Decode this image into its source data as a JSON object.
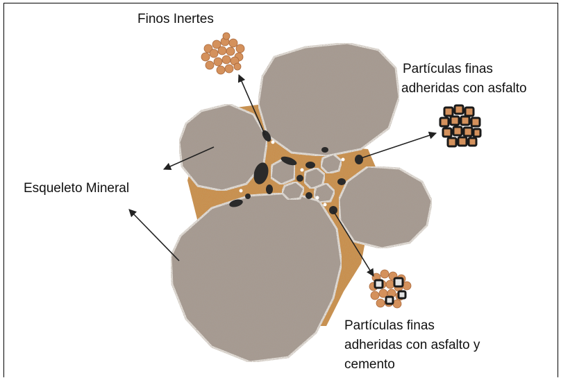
{
  "labels": {
    "finos_inertes": "Finos Inertes",
    "esqueleto_mineral": "Esqueleto Mineral",
    "particulas_asfalto_1": "Partículas finas",
    "particulas_asfalto_2": "adheridas con asfalto",
    "particulas_cemento_1": "Partículas finas",
    "particulas_cemento_2": "adheridas con asfalto y",
    "particulas_cemento_3": "cemento"
  },
  "colors": {
    "aggregate": "#a69a90",
    "matrix": "#c98e4e",
    "asphalt_binder": "#2a2a2a",
    "fine_particles": "#d4915c",
    "arrow": "#222222"
  }
}
